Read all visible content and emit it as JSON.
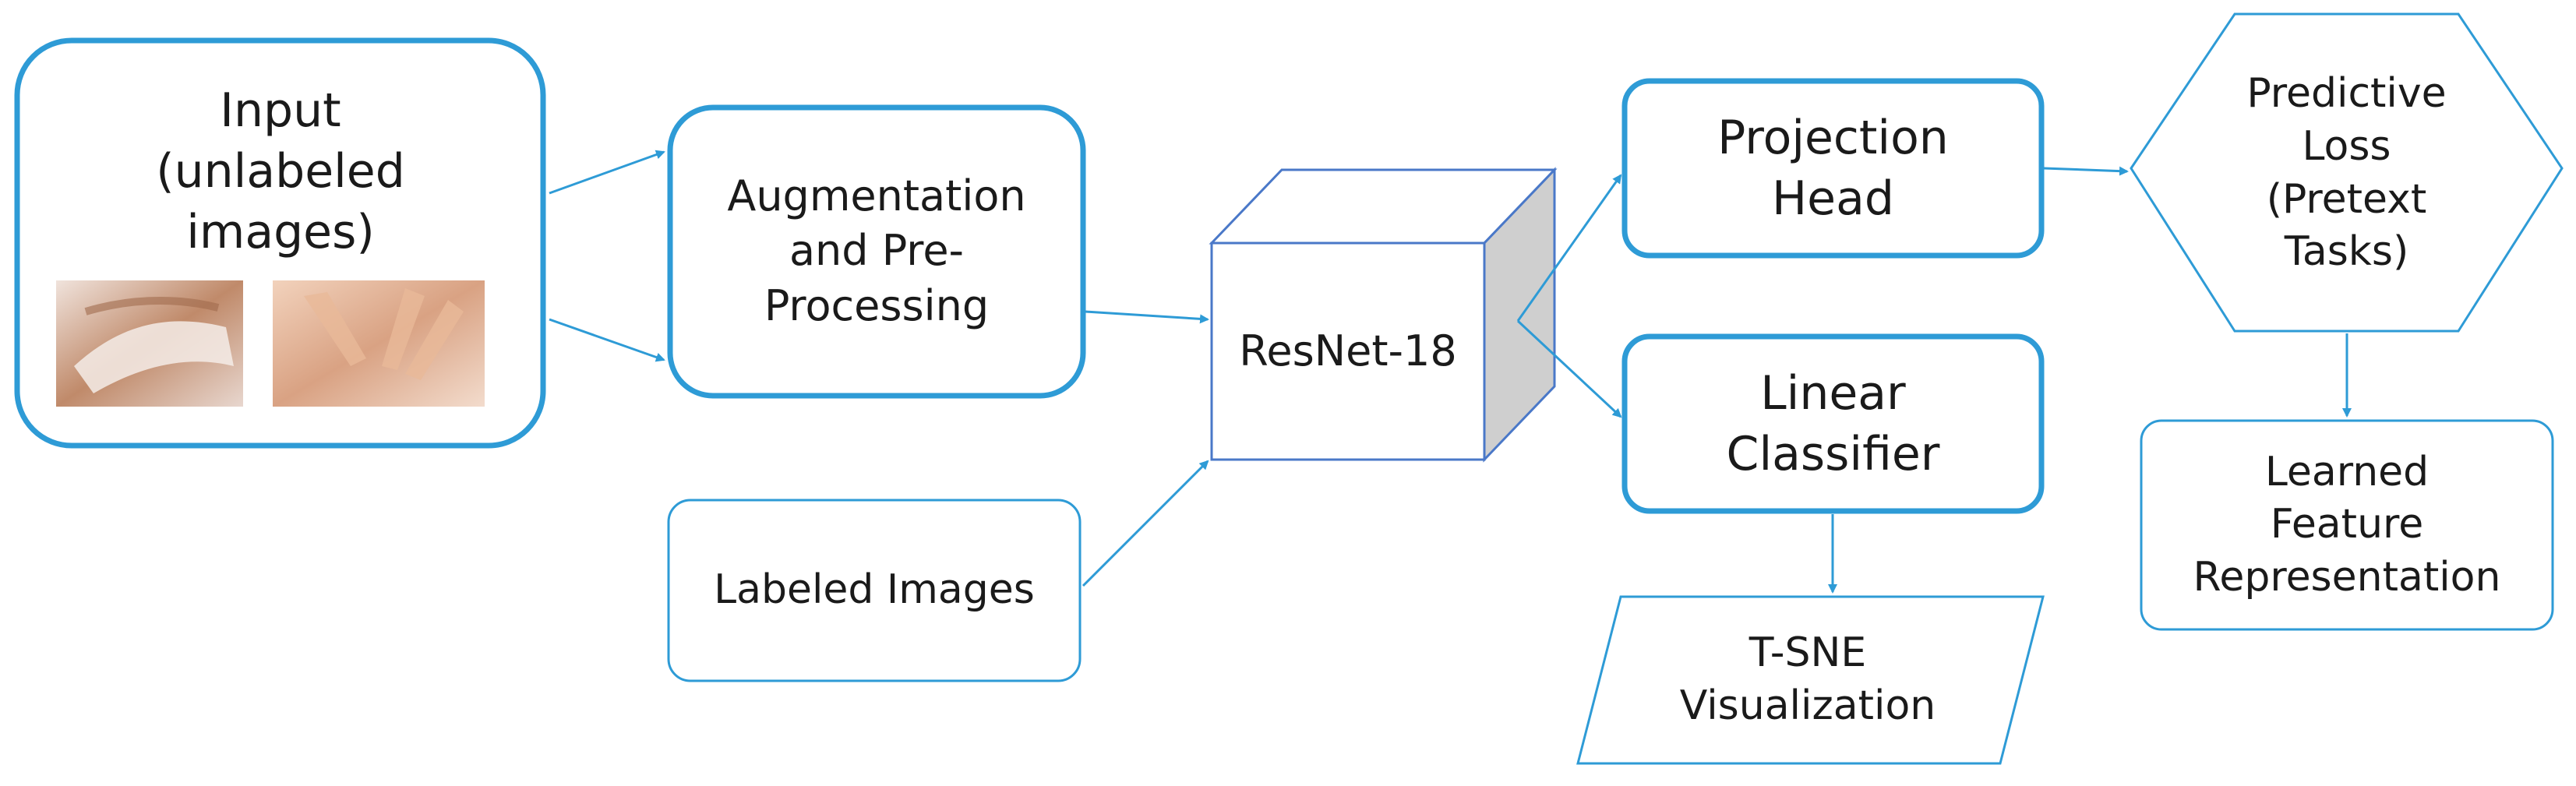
{
  "input_box": {
    "label": "Input\n(unlabeled\nimages)"
  },
  "augmentation_box": {
    "label": "Augmentation\nand Pre-\nProcessing"
  },
  "labeled_images_box": {
    "label": "Labeled Images"
  },
  "resnet_box": {
    "label": "ResNet-18"
  },
  "projection_box": {
    "label": "Projection\nHead"
  },
  "classifier_box": {
    "label": "Linear\nClassifier"
  },
  "tsne_box": {
    "label": "T-SNE\nVisualization"
  },
  "loss_box": {
    "label": "Predictive\nLoss\n(Pretext\nTasks)"
  },
  "feature_box": {
    "label": "Learned\nFeature\nRepresentation"
  },
  "colors": {
    "stroke": "#2e9bd6",
    "cube_stroke": "#4a78c8",
    "cube_side": "#cfcfcf",
    "text": "#1a1a1a"
  }
}
